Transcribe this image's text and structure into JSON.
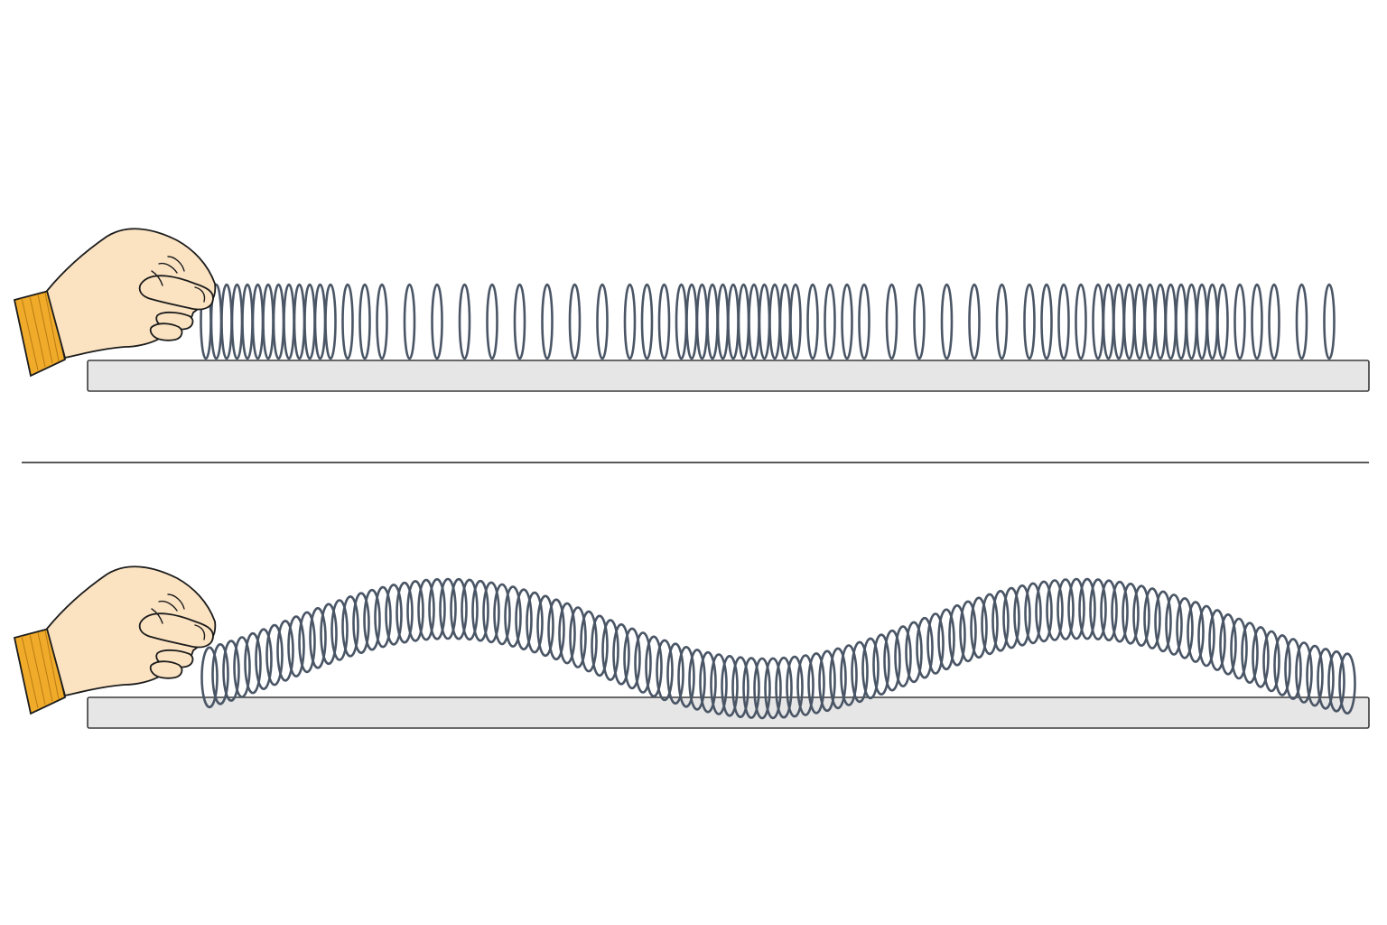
{
  "panels": [
    {
      "id": "longitudinal",
      "wave": "compression",
      "compression_zones": 3
    },
    {
      "id": "transverse",
      "wave": "transverse",
      "crests": 2,
      "troughs": 2
    }
  ],
  "colors": {
    "background": "#ffffff",
    "spring": "#4a5666",
    "table_fill": "#e6e6e6",
    "table_edge": "#3a3a3a",
    "skin": "#fbe3c2",
    "outline": "#1c1c1c",
    "sleeve": "#f0ab2b",
    "divider": "#222222"
  },
  "icons": {
    "hand": "hand-holding-spring-icon",
    "spring": "slinky-spring-icon"
  }
}
